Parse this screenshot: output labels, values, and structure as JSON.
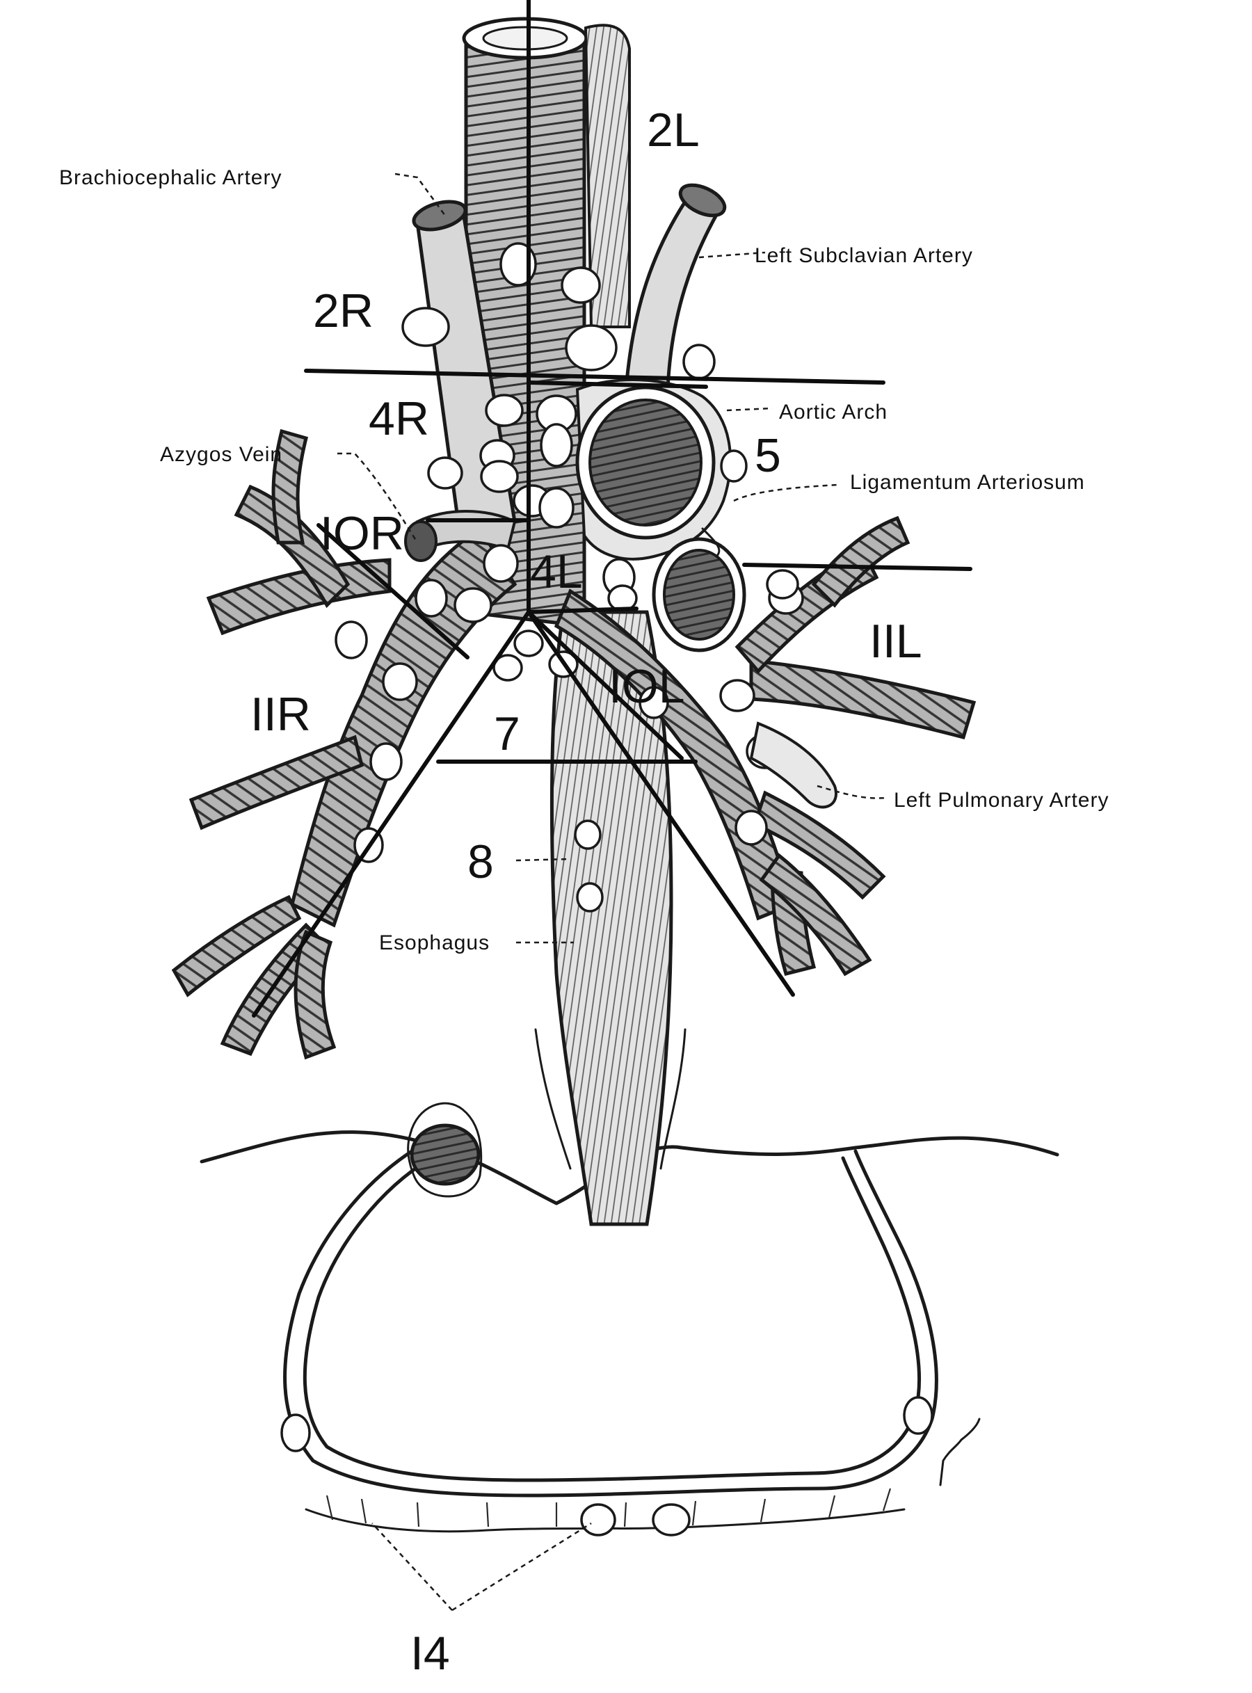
{
  "stations": {
    "s2l": "2L",
    "s2r": "2R",
    "s4r": "4R",
    "s4l": "4L",
    "s5": "5",
    "s10r": "IOR",
    "s10l": "IOL",
    "s11l": "IIL",
    "s11r": "IIR",
    "s7": "7",
    "s8": "8",
    "s14": "I4"
  },
  "structures": {
    "brachiocephalic": "Brachiocephalic Artery",
    "left_subclavian": "Left Subclavian Artery",
    "aortic_arch": "Aortic Arch",
    "azygos": "Azygos Vein",
    "ligamentum": "Ligamentum Arteriosum",
    "left_pulmonary": "Left Pulmonary Artery",
    "esophagus": "Esophagus"
  }
}
